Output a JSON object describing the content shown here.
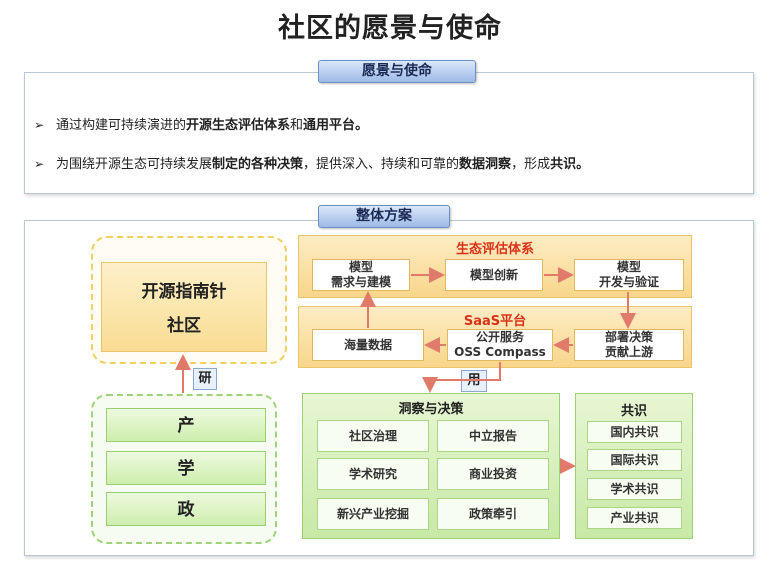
{
  "page_title": "社区的愿景与使命",
  "vision_panel": {
    "header": "愿景与使命",
    "bullets": [
      {
        "pre": "通过构建可持续演进的",
        "bold1": "开源生态评估体系",
        "mid": "和",
        "bold2": "通用平台",
        "post": "。"
      },
      {
        "pre": "为围绕开源生态可持续发展",
        "bold1": "制定的各种决策",
        "mid": "，提供深入、持续和可靠的",
        "bold2": "数据洞察",
        "post": "，形成",
        "bold3": "共识",
        "end": "。"
      }
    ]
  },
  "solution_panel": {
    "header": "整体方案",
    "compass": {
      "line1": "开源指南针",
      "line2": "社区"
    },
    "sectors": [
      "产",
      "学",
      "政"
    ],
    "tag_research": "研",
    "tag_use": "用",
    "eval_system": {
      "title": "生态评估体系",
      "steps": [
        "模型\n需求与建模",
        "模型创新",
        "模型\n开发与验证"
      ]
    },
    "saas": {
      "title": "SaaS平台",
      "boxes": [
        "海量数据",
        "公开服务\nOSS Compass",
        "部署决策\n贡献上游"
      ]
    },
    "insight": {
      "title": "洞察与决策",
      "items": [
        "社区治理",
        "中立报告",
        "学术研究",
        "商业投资",
        "新兴产业挖掘",
        "政策牵引"
      ]
    },
    "consensus": {
      "title": "共识",
      "items": [
        "国内共识",
        "国际共识",
        "学术共识",
        "产业共识"
      ]
    }
  },
  "colors": {
    "ribbon": "#9cb9e6",
    "orange": "#f8d68a",
    "green": "#c7e9a6",
    "arrow": "#e07a6a",
    "title_red": "#d8321a"
  }
}
